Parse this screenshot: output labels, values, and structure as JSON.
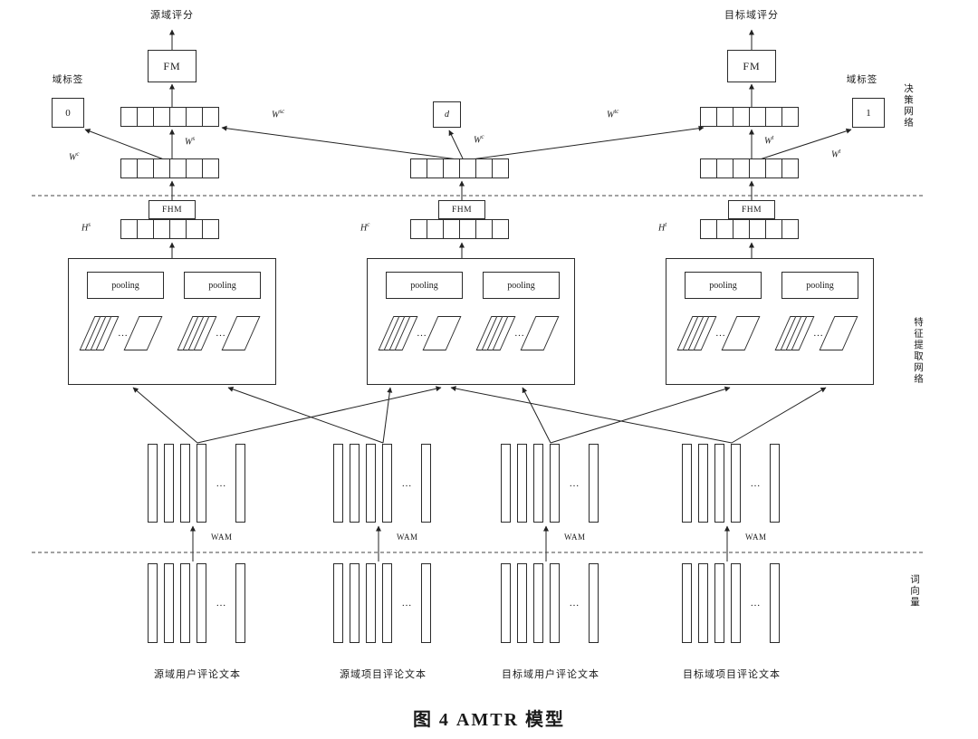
{
  "caption": "图 4  AMTR 模型",
  "scores": {
    "source": "源域评分",
    "target": "目标域评分"
  },
  "domain": {
    "label_left": "域标签",
    "label_right": "域标签",
    "value_left": "0",
    "value_right": "1"
  },
  "boxes": {
    "fm": "FM",
    "fhm": "FHM",
    "d": "d",
    "pooling": "pooling",
    "wam": "WAM"
  },
  "weights": {
    "w_sc": {
      "base": "W",
      "sup": "sc"
    },
    "w_tc": {
      "base": "W",
      "sup": "tc"
    },
    "w_s": {
      "base": "W",
      "sup": "s"
    },
    "w_c": {
      "base": "W",
      "sup": "c"
    },
    "w_t": {
      "base": "W",
      "sup": "t"
    },
    "w_c_outer": {
      "base": "W",
      "sup": "c"
    },
    "w_t_outer": {
      "base": "W",
      "sup": "t"
    }
  },
  "hidden": {
    "h_s": {
      "base": "H",
      "sup": "s"
    },
    "h_c": {
      "base": "H",
      "sup": "c"
    },
    "h_t": {
      "base": "H",
      "sup": "t"
    }
  },
  "sections": {
    "decision": "决策网络",
    "feature": "特征提取网络",
    "wordvec": "词向量"
  },
  "inputs": [
    "源域用户评论文本",
    "源域项目评论文本",
    "目标域用户评论文本",
    "目标域项目评论文本"
  ],
  "dots": "…",
  "colors": {
    "line": "#222222",
    "border": "#2b2b2b",
    "background": "#ffffff"
  }
}
